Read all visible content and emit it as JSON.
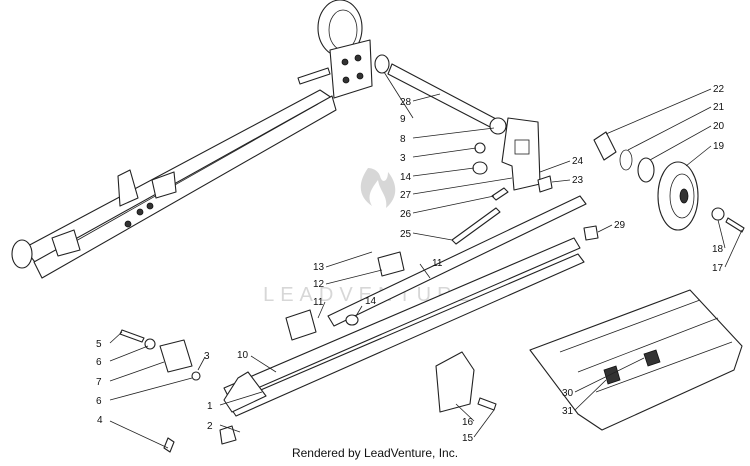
{
  "watermark": {
    "text": "LEADVENTURE"
  },
  "footer": {
    "text": "Rendered by LeadVenture, Inc."
  },
  "callouts": [
    "1",
    "2",
    "3",
    "3",
    "4",
    "5",
    "6",
    "6",
    "7",
    "8",
    "9",
    "10",
    "11",
    "11",
    "12",
    "13",
    "14",
    "14",
    "15",
    "16",
    "17",
    "18",
    "19",
    "20",
    "21",
    "22",
    "23",
    "24",
    "25",
    "26",
    "27",
    "28",
    "29",
    "30",
    "31"
  ]
}
